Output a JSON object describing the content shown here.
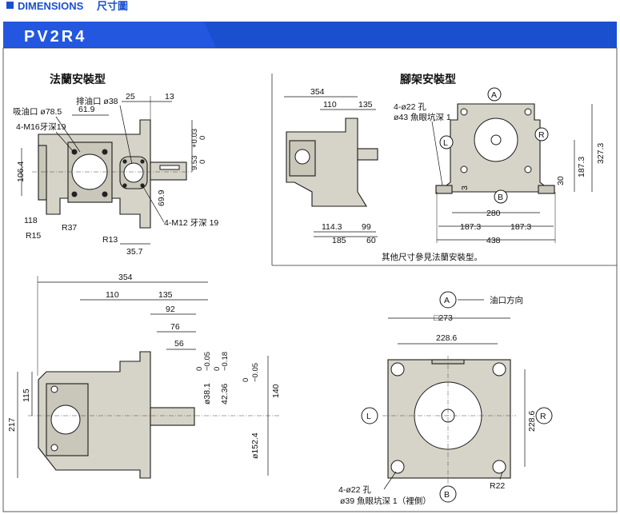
{
  "header": {
    "section_title": "DIMENSIONS",
    "section_title_cn": "尺寸圖",
    "model": "PV2R4",
    "accent_color": "#1a4fd0",
    "square_color": "#1a4fd0"
  },
  "flange_view": {
    "title": "法蘭安裝型",
    "labels": {
      "inlet": "吸油口 ø78.5",
      "outlet": "排油口 ø38",
      "tap1": "4-M16牙深19",
      "tap2": "4-M12 牙深 19",
      "d_61_9": "61.9",
      "d_25": "25",
      "d_13": "13",
      "d_106_4": "106.4",
      "d_118": "118",
      "d_R15": "R15",
      "d_R37": "R37",
      "d_R13": "R13",
      "d_69_9": "69.9",
      "d_35_7": "35.7",
      "d_shaft_tol_a": "+0.03",
      "d_shaft_tol_b": "0",
      "d_9_53": "9.53",
      "d_9_53_tol": "0"
    }
  },
  "foot_view": {
    "title": "腳架安裝型",
    "labels": {
      "d_354": "354",
      "d_110": "110",
      "d_135": "135",
      "d_114_3": "114.3",
      "d_99": "99",
      "d_185": "185",
      "d_60": "60",
      "holes1": "4-ø22 孔",
      "holes2": "ø43 魚眼坑深 1",
      "mark_A": "A",
      "mark_B": "B",
      "mark_L": "L",
      "mark_R": "R",
      "d_327_3": "327.3",
      "d_187_3v": "187.3",
      "d_30": "30",
      "d_3": "3",
      "d_280": "280",
      "d_187_3a": "187.3",
      "d_187_3b": "187.3",
      "d_438": "438",
      "note": "其他尺寸參見法蘭安裝型。"
    }
  },
  "side_view": {
    "labels": {
      "d_354": "354",
      "d_110": "110",
      "d_135": "135",
      "d_92": "92",
      "d_76": "76",
      "d_56": "56",
      "d_217": "217",
      "d_115": "115",
      "d_38_1": "ø38.1",
      "d_38_1_tol": "−0.05",
      "d_38_1_zero": "0",
      "d_42_36": "42.36",
      "d_42_36_tol": "−0.18",
      "d_42_36_zero": "0",
      "d_152_4": "ø152.4",
      "d_152_4_tol": "−0.05",
      "d_152_4_zero": "0",
      "d_140": "140"
    }
  },
  "front_view": {
    "labels": {
      "oil_direction": "油口方向",
      "mark_A": "A",
      "mark_B": "B",
      "mark_L": "L",
      "mark_R": "R",
      "d_273": "□273",
      "d_228_6h": "228.6",
      "d_228_6v": "228.6",
      "holes1": "4-ø22 孔",
      "holes2": "ø39 魚眼坑深 1（裡側）",
      "d_R22": "R22"
    }
  }
}
